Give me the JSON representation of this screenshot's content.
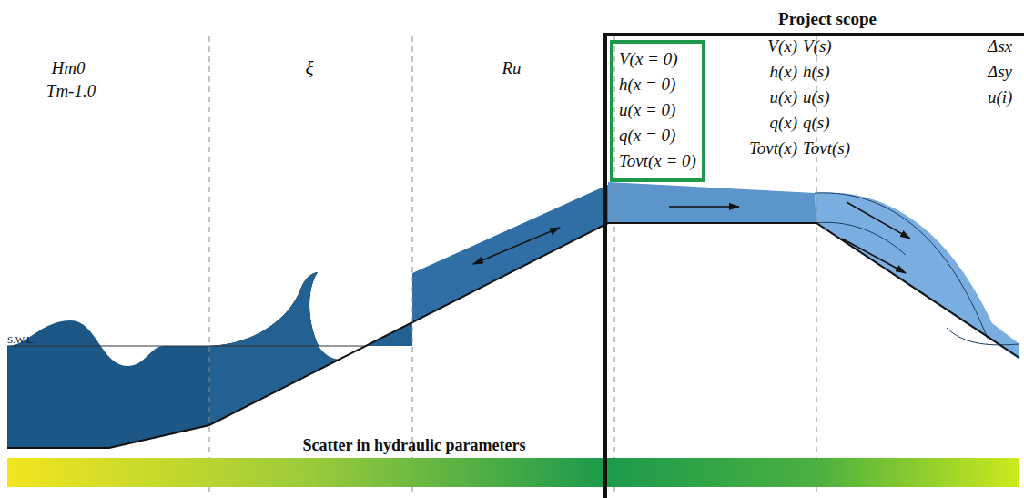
{
  "diagram": {
    "nodes": [
      {
        "text": [
          "Project scope"
        ]
      },
      {
        "text": [
          "V(x = 0)",
          "h(x = 0)",
          "u(x = 0)",
          "q(x = 0)",
          "Tovt(x = 0)"
        ],
        "in": 0
      }
    ],
    "labels": [
      "Hm0",
      "Tm-1.0",
      "ξ",
      "Ru",
      "V(x)",
      "h(x)",
      "u(x)",
      "q(x)",
      "Tovt(x)",
      "V(s)",
      "h(s)",
      "u(s)",
      "q(s)",
      "Tovt(s)",
      "Δsx",
      "Δsy",
      "u(i)",
      "S.W.L.",
      "Scatter in hydraulic parameters"
    ]
  }
}
